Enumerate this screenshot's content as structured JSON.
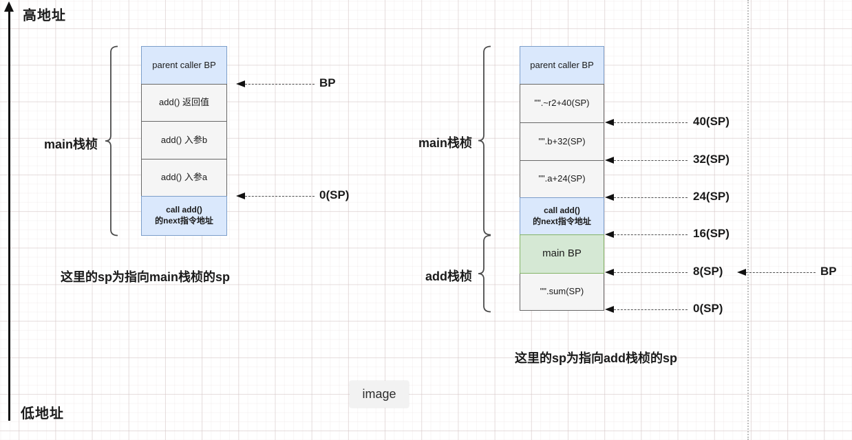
{
  "page": {
    "high_address": "高地址",
    "low_address": "低地址",
    "image_badge": "image"
  },
  "left": {
    "frame_label": "main栈桢",
    "caption": "这里的sp为指向main栈桢的sp",
    "bp_label": "BP",
    "sp0_label": "0(SP)",
    "cells": [
      {
        "line1": "parent caller BP"
      },
      {
        "line1": "add() 返回值"
      },
      {
        "line1": "add() 入参b"
      },
      {
        "line1": "add() 入参a"
      },
      {
        "line1": "call add()",
        "line2": "的next指令地址"
      }
    ]
  },
  "right": {
    "main_frame_label": "main栈桢",
    "add_frame_label": "add栈桢",
    "caption": "这里的sp为指向add栈桢的sp",
    "bp_label": "BP",
    "sp_labels": [
      "40(SP)",
      "32(SP)",
      "24(SP)",
      "16(SP)",
      "8(SP)",
      "0(SP)"
    ],
    "cells": [
      {
        "line1": "parent caller BP"
      },
      {
        "line1": "\"\".~r2+40(SP)"
      },
      {
        "line1": "\"\".b+32(SP)"
      },
      {
        "line1": "\"\".a+24(SP)"
      },
      {
        "line1": "call add()",
        "line2": "的next指令地址"
      },
      {
        "line1": "main BP"
      },
      {
        "line1": "\"\".sum(SP)"
      }
    ]
  },
  "colors": {
    "cell_blue": "#dae8fc",
    "cell_blue_border": "#6c8ebf",
    "cell_gray": "#f5f5f5",
    "cell_gray_border": "#666666",
    "cell_green": "#d5e8d4",
    "cell_green_border": "#82b366"
  }
}
